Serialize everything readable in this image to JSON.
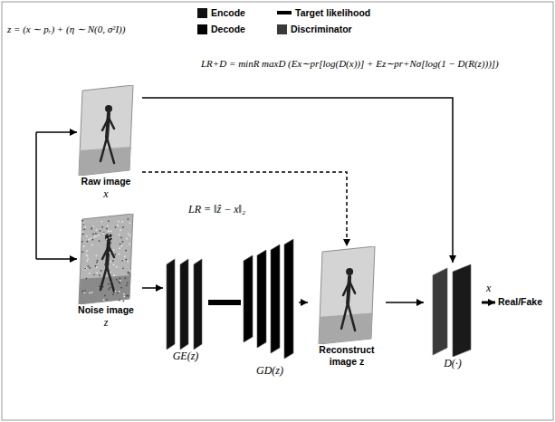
{
  "diagram": {
    "nodes": [
      {
        "text": [
          "Raw image",
          "x"
        ]
      },
      {
        "text": [
          "Noise image",
          "z"
        ]
      },
      {
        "text": [
          "GE(z)"
        ]
      },
      {
        "text": [
          "GD(z)"
        ]
      },
      {
        "text": [
          "Reconstruct image z"
        ]
      },
      {
        "text": [
          "D(·)"
        ]
      }
    ],
    "edges": [
      {
        "from": 1,
        "to": 2,
        "arrow": "to"
      },
      {
        "from": 2,
        "to": 3,
        "arrow": "none"
      },
      {
        "from": 3,
        "to": 4,
        "arrow": "to"
      },
      {
        "from": 4,
        "to": 5,
        "arrow": "to"
      },
      {
        "from": 0,
        "to": 5,
        "arrow": "to"
      },
      {
        "from": 0,
        "to": 4,
        "arrow": "to"
      }
    ],
    "labels": [
      "z = (x ∼ pᵣ) + (η ∼ N(0, σ²I))",
      "LR+D = minR maxD (Ex∼pr[log(D(x))] + Ez∼pr+Nσ[log(1 − D(R(z)))])",
      "LR = ‖ẑ − x‖₂",
      "x",
      "Real/Fake"
    ],
    "legend": [
      {
        "text": "Encode",
        "color": "#111111"
      },
      {
        "text": "Target likelihood"
      },
      {
        "text": "Decode",
        "color": "#000000"
      },
      {
        "text": "Discriminator",
        "color": "#3a3a3a"
      }
    ]
  }
}
